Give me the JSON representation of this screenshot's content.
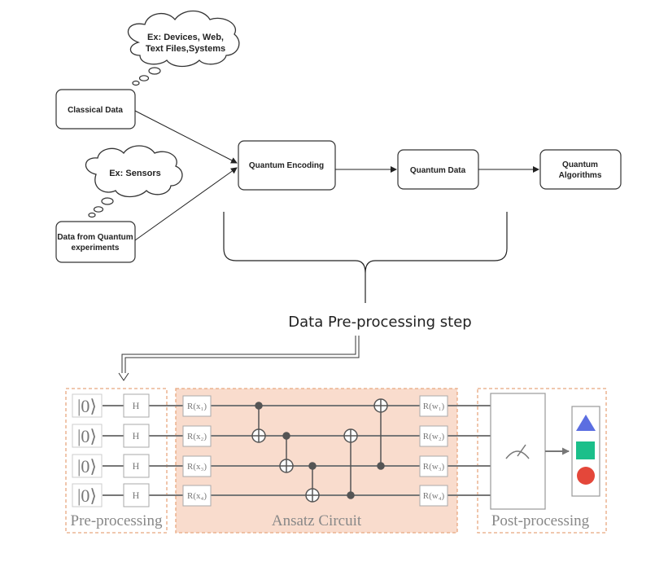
{
  "flow": {
    "classical": "Classical Data",
    "quantum_exp_line1": "Data from Quantum",
    "quantum_exp_line2": "experiments",
    "encoding": "Quantum Encoding",
    "qdata": "Quantum Data",
    "algo_line1": "Quantum",
    "algo_line2": "Algorithms"
  },
  "clouds": {
    "devices_line1": "Ex: Devices, Web,",
    "devices_line2": "Text Files,Systems",
    "sensors": "Ex: Sensors"
  },
  "step_label": "Data Pre-processing  step",
  "circuit": {
    "ket": "|0⟩",
    "h": "H",
    "r_inputs": [
      "R(x₁)",
      "R(x₂)",
      "R(x₃)",
      "R(x₄)"
    ],
    "r_weights": [
      "R(w₁)",
      "R(w₂)",
      "R(w₃)",
      "R(w₄)"
    ],
    "pre_label": "Pre-processing",
    "ansatz_label": "Ansatz Circuit",
    "post_label": "Post-processing"
  },
  "colors": {
    "ansatz_fill": "#f9dccd",
    "dashed_border": "#e7a77f",
    "triangle": "#5b6ee1",
    "square": "#1bbf8a",
    "circle": "#e4473a"
  }
}
